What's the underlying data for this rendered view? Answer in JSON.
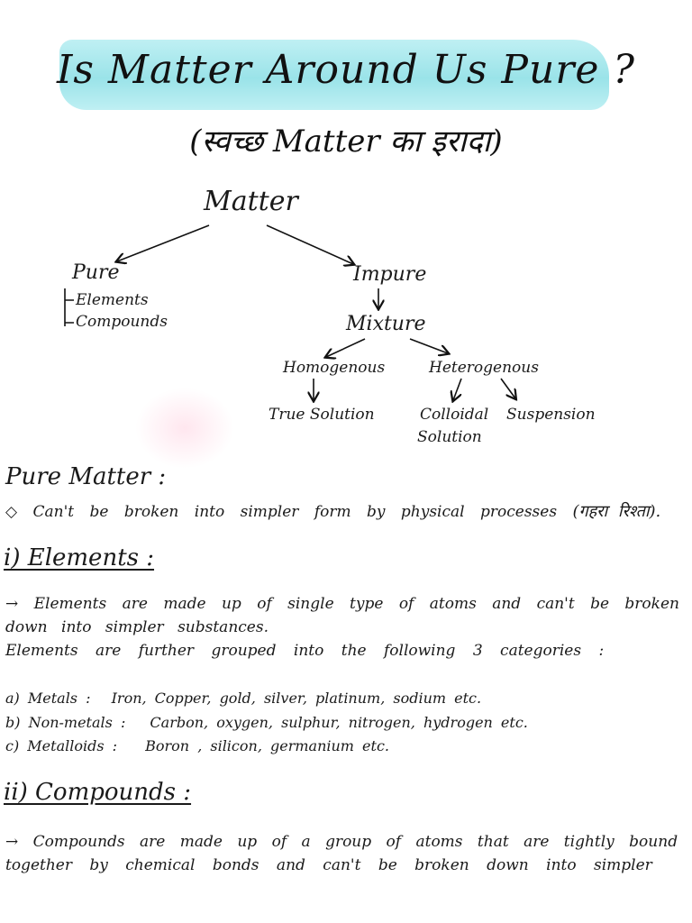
{
  "title": "Is Matter Around Us Pure ?",
  "subtitle": "(स्वच्छ Matter का इरादा)",
  "tree": {
    "root": "Matter",
    "pure": "Pure",
    "pure_children": [
      "Elements",
      "Compounds"
    ],
    "impure": "Impure",
    "mixture": "Mixture",
    "homogenous": "Homogenous",
    "heterogenous": "Heterogenous",
    "true_solution": "True Solution",
    "colloidal_solution_line1": "Colloidal",
    "colloidal_solution_line2": "Solution",
    "suspension": "Suspension"
  },
  "pure_matter": {
    "heading": "Pure Matter :",
    "point": "◇ Can't be broken into simpler form by physical processes",
    "hindi_note": "(गहरा रिश्ता)."
  },
  "elements": {
    "heading": "i) Elements :",
    "line1": "→ Elements are made up of single type of atoms and can't be broken",
    "line2": "down into simpler substances.",
    "line3": "Elements are further grouped into the following 3 categories :",
    "categories": [
      {
        "label": "a) Metals :",
        "items": "Iron, Copper, gold, silver, platinum, sodium etc."
      },
      {
        "label": "b) Non-metals :",
        "items": "Carbon, oxygen, sulphur, nitrogen, hydrogen etc."
      },
      {
        "label": "c) Metalloids :",
        "items": "Boron , silicon, germanium etc."
      }
    ]
  },
  "compounds": {
    "heading": "ii) Compounds :",
    "line1": "→ Compounds are made up of a group of atoms that are tightly bound",
    "line2": "together by chemical bonds and can't be broken down into simpler"
  }
}
